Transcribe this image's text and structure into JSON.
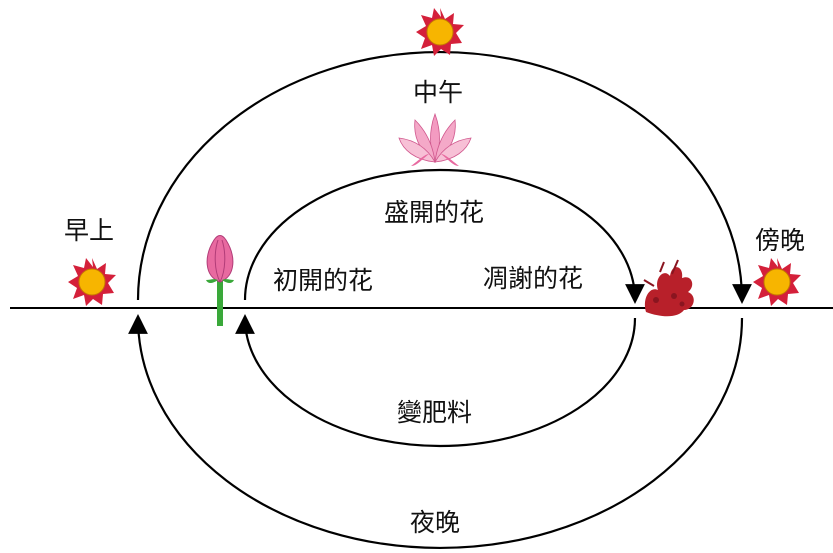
{
  "labels": {
    "noon": "中午",
    "morning": "早上",
    "evening": "傍晚",
    "night": "夜晚",
    "full_bloom": "盛開的花",
    "early_bloom": "初開的花",
    "withered": "凋謝的花",
    "fertilizer": "變肥料"
  },
  "colors": {
    "sun_ray": "#d4203a",
    "sun_core": "#f7b500",
    "line": "#000000",
    "lotus_pink": "#e86aa0",
    "stem_green": "#3aa83a",
    "withered_red": "#b8202a"
  },
  "icons": {
    "sun": "sun-icon",
    "bud": "lotus-bud-icon",
    "bloom": "lotus-bloom-icon",
    "withered": "withered-flower-icon"
  }
}
